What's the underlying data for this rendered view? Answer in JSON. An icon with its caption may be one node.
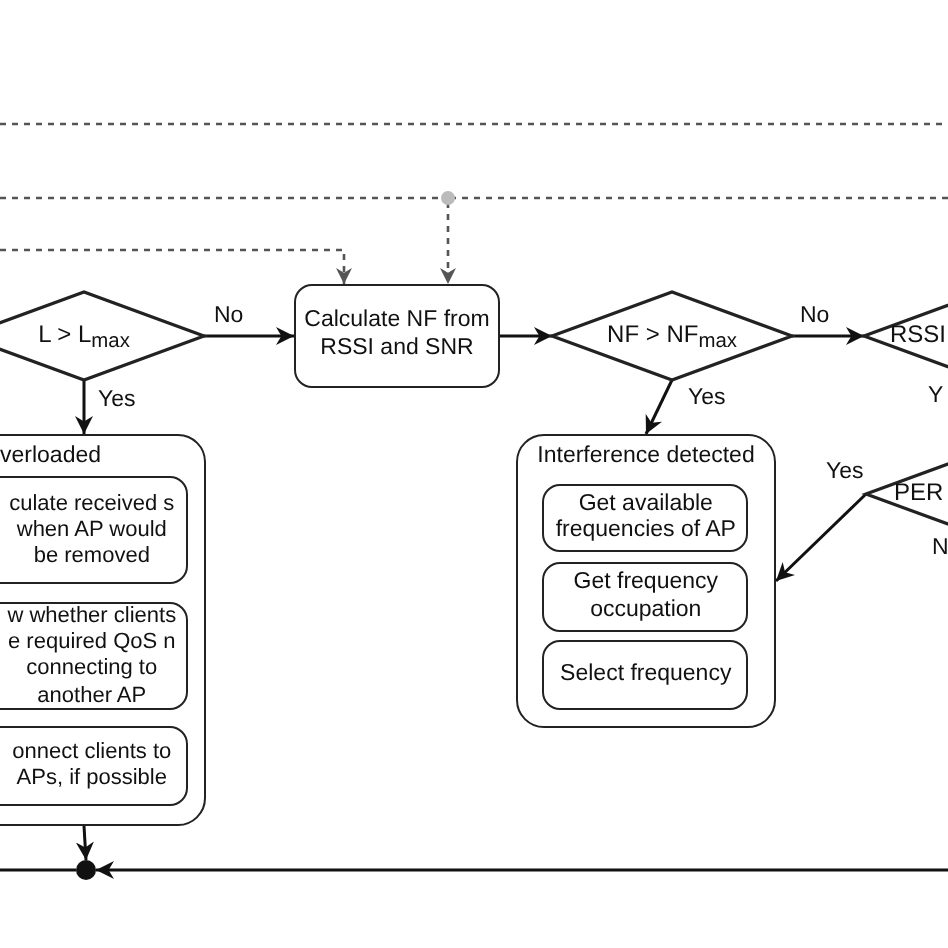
{
  "diagram": {
    "nodes": [
      {
        "text": [
          "L > L$_{max}$"
        ]
      },
      {
        "text": [
          "Calculate NF from RSSI and SNR"
        ]
      },
      {
        "text": [
          "NF > NF$_{max}$"
        ]
      },
      {
        "text": [
          "RSSI"
        ]
      },
      {
        "text": [
          "PER"
        ]
      },
      {
        "text": [
          "verloaded"
        ]
      },
      {
        "text": [
          "culate received s when AP would be removed"
        ],
        "in": 5
      },
      {
        "text": [
          "w whether clients e required QoS n connecting to another AP"
        ],
        "in": 5
      },
      {
        "text": [
          "onnect clients to APs, if possible"
        ],
        "in": 5
      },
      {
        "text": [
          "Interference detected"
        ]
      },
      {
        "text": [
          "Get available frequencies of AP"
        ],
        "in": 9
      },
      {
        "text": [
          "Get frequency occupation"
        ],
        "in": 9
      },
      {
        "text": [
          "Select frequency"
        ],
        "in": 9
      },
      {
        "text": [],
        "shape": "circle"
      }
    ],
    "edges": [
      {
        "from": 0,
        "to": 1,
        "arrow": "to",
        "label": "No"
      },
      {
        "from": 1,
        "to": 2,
        "arrow": "to"
      },
      {
        "from": 2,
        "to": 3,
        "arrow": "to",
        "label": "No"
      },
      {
        "from": 0,
        "to": 5,
        "arrow": "to",
        "label": "Yes"
      },
      {
        "from": 2,
        "to": 9,
        "arrow": "to",
        "label": "Yes"
      },
      {
        "from": 4,
        "to": 9,
        "arrow": "to",
        "label": "Yes"
      },
      {
        "from": 5,
        "to": 13,
        "arrow": "to"
      },
      {
        "from": null,
        "to": 13,
        "arrow": "to"
      },
      {
        "from": 13,
        "to": null,
        "arrow": "none"
      },
      {
        "from": null,
        "to": 1,
        "arrow": "to",
        "style": "dashed"
      },
      {
        "from": null,
        "to": 1,
        "arrow": "to",
        "style": "dashed"
      }
    ],
    "labels": [
      "Y",
      "N"
    ]
  }
}
